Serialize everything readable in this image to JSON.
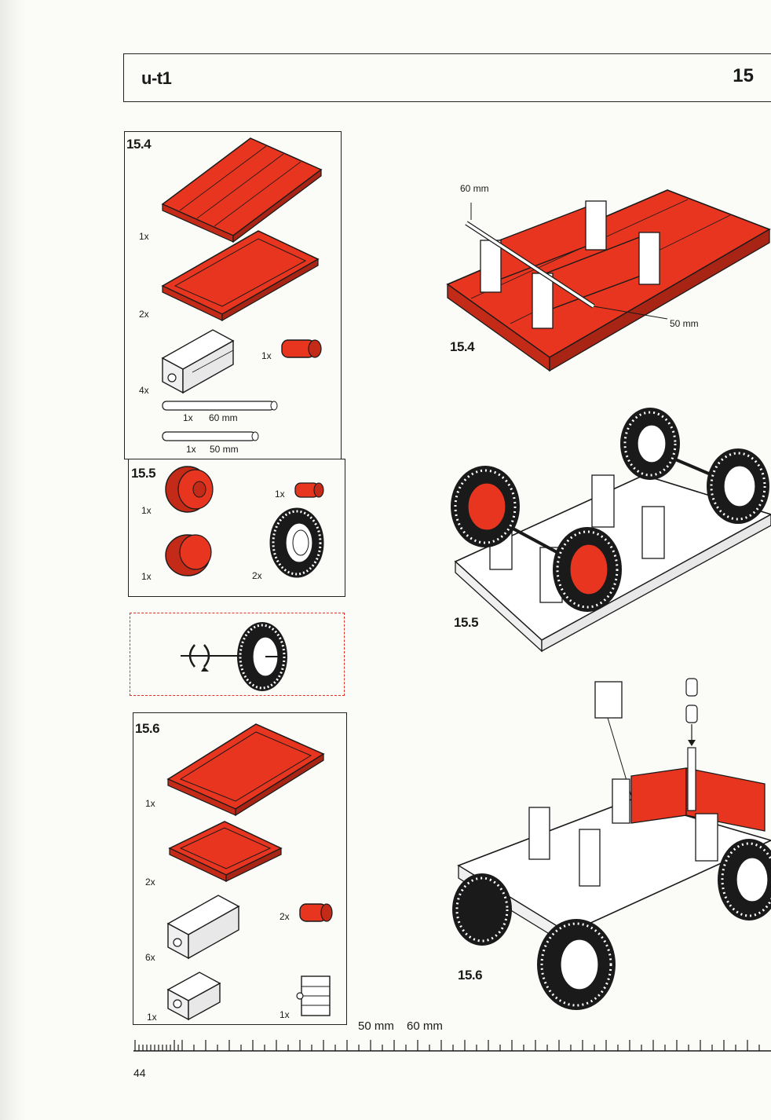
{
  "header": {
    "title": "u-t1",
    "page_number": "15"
  },
  "parts_15_4": {
    "label": "15.4",
    "qty_plate": "1x",
    "qty_frame": "2x",
    "qty_block": "4x",
    "qty_bush": "1x",
    "axle_60_qty": "1x",
    "axle_60_len": "60 mm",
    "axle_50_qty": "1x",
    "axle_50_len": "50 mm"
  },
  "parts_15_5": {
    "label": "15.5",
    "qty_hub1": "1x",
    "qty_hub2": "1x",
    "qty_bush": "1x",
    "qty_tire": "2x"
  },
  "parts_15_6": {
    "label": "15.6",
    "qty_frame_large": "1x",
    "qty_frame_small": "2x",
    "qty_block": "6x",
    "qty_bush": "2x",
    "qty_block_small": "1x",
    "qty_clip": "1x"
  },
  "step_15_4": {
    "label": "15.4",
    "callout_60": "60 mm",
    "callout_50": "50 mm"
  },
  "step_15_5": {
    "label": "15.5"
  },
  "step_15_6": {
    "label": "15.6"
  },
  "ruler": {
    "label_50": "50 mm",
    "label_60": "60 mm"
  },
  "footer": {
    "page": "44"
  },
  "colors": {
    "part_red": "#e8351f",
    "outline": "#1a1a1a"
  }
}
